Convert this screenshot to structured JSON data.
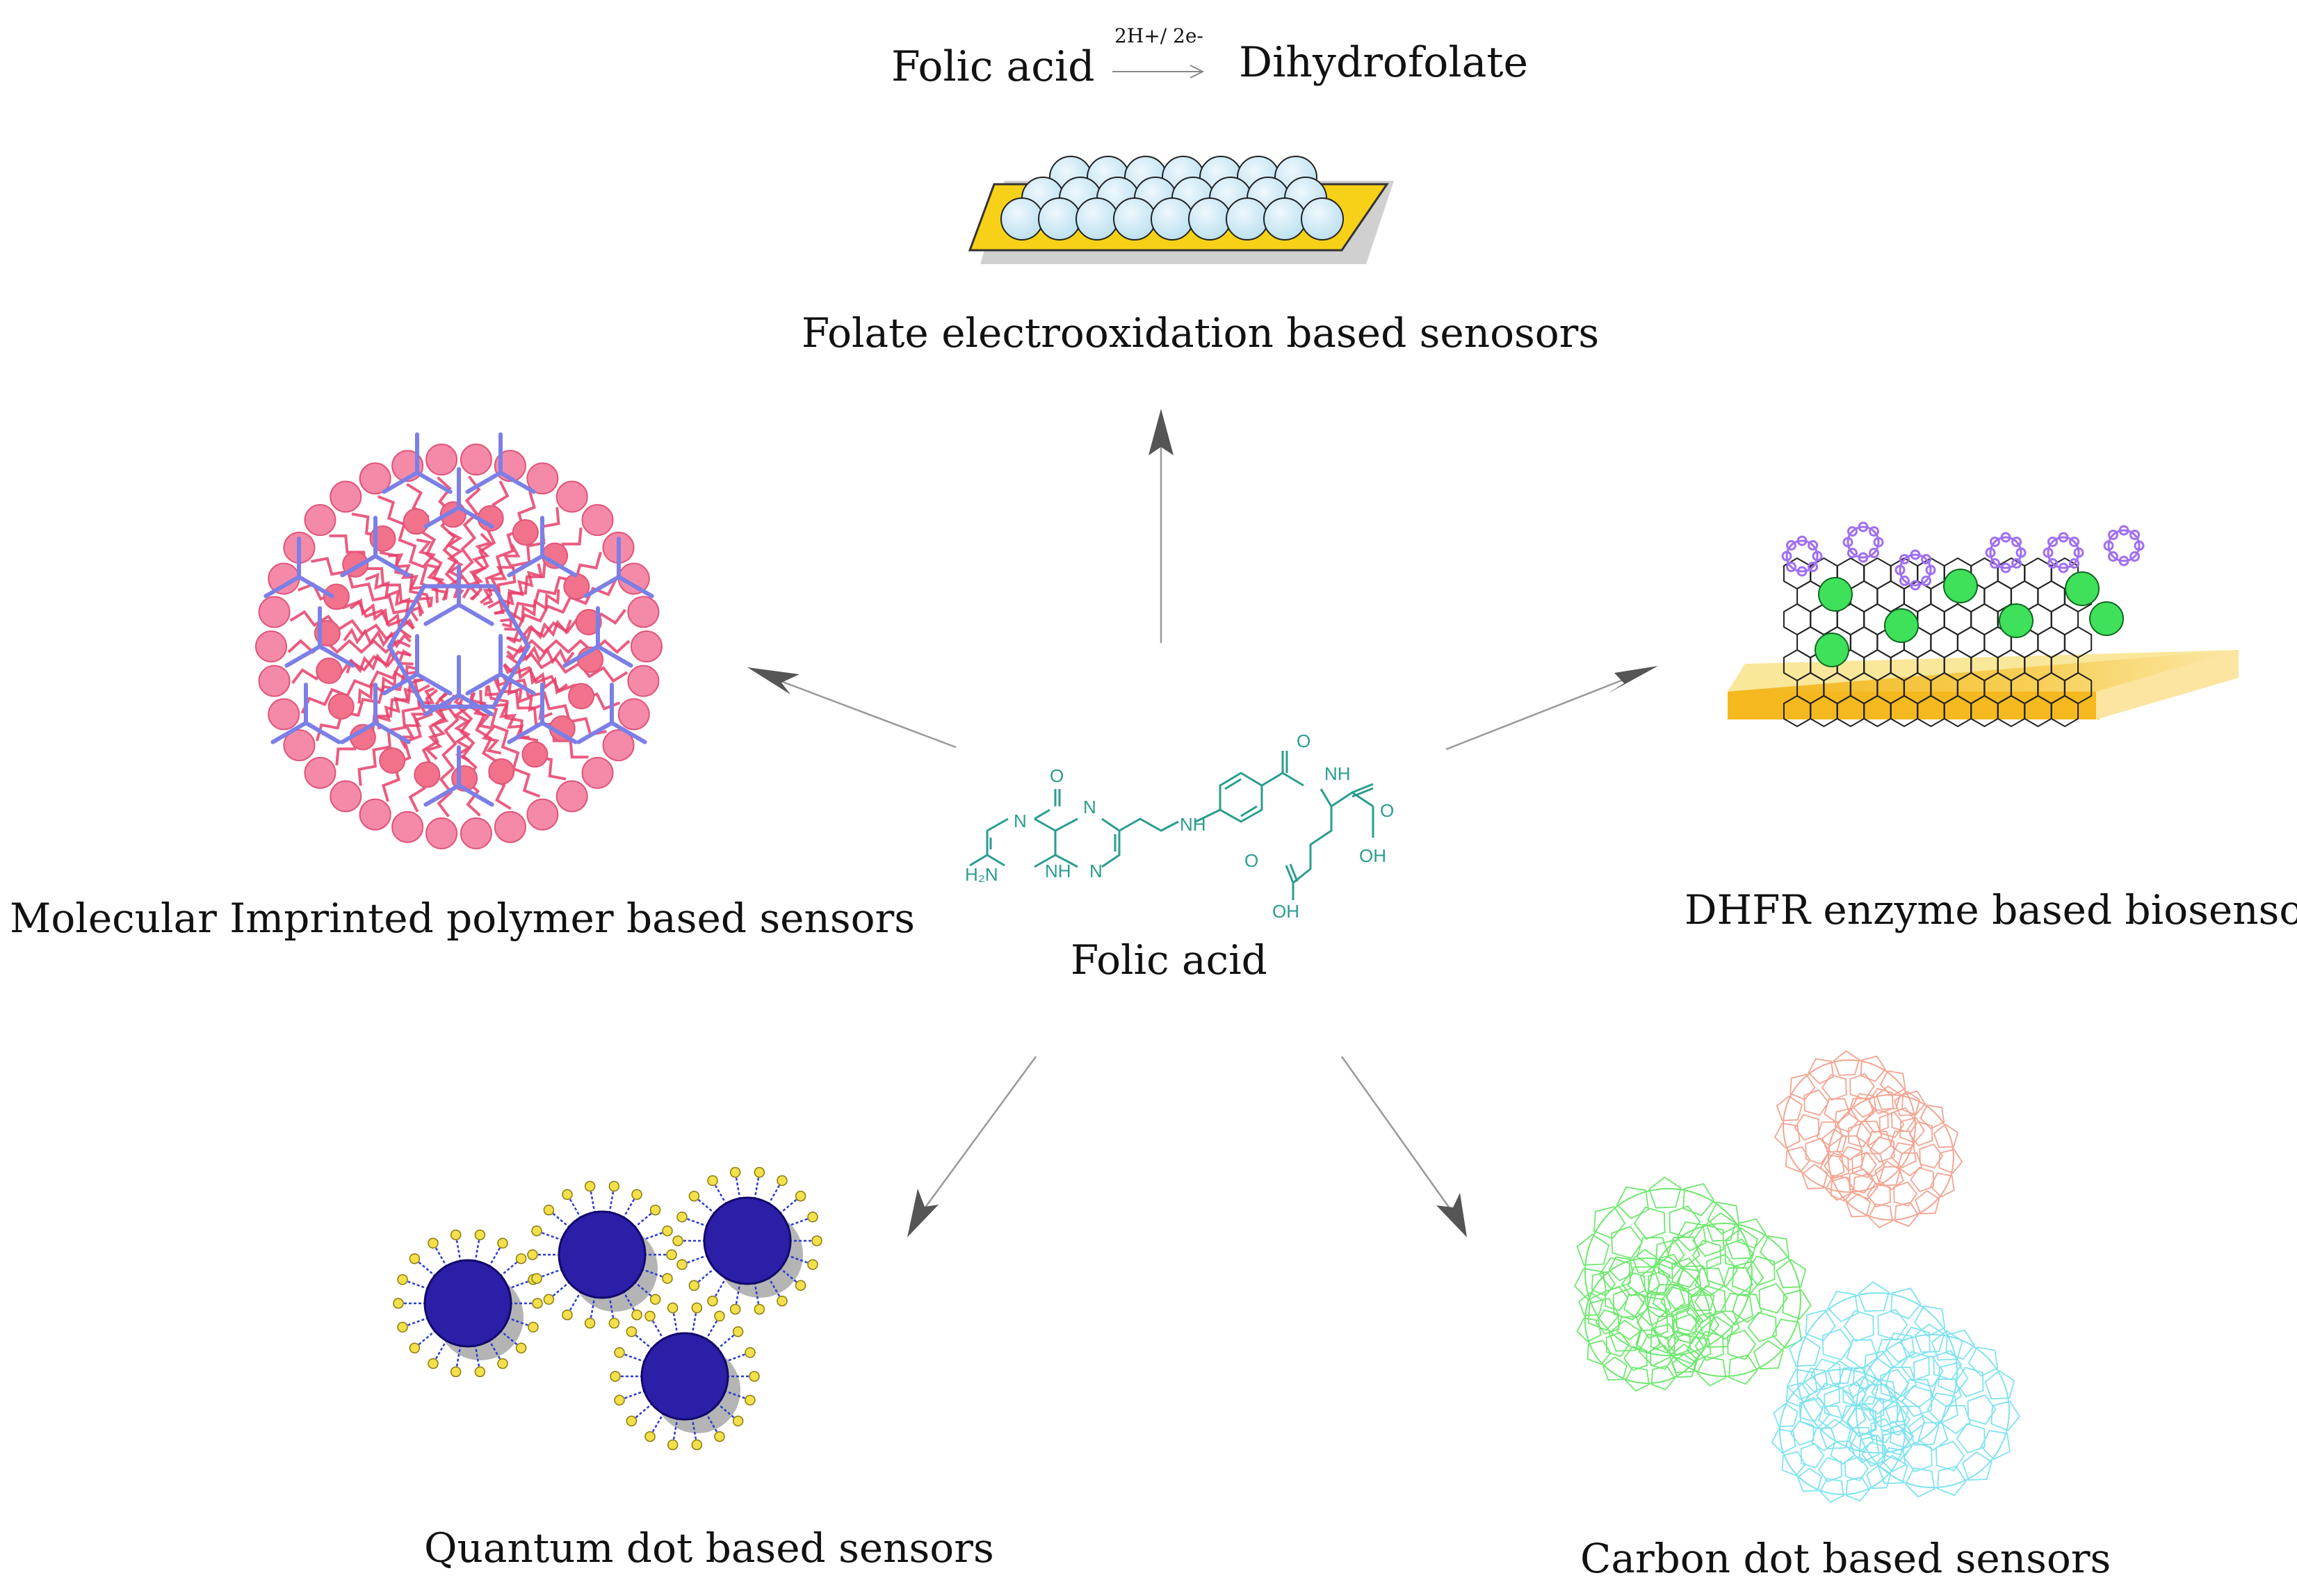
{
  "reaction": {
    "reactant": "Folic acid",
    "conditions": "2H+/ 2e-",
    "product": "Dihydrofolate"
  },
  "center": {
    "label": "Folic acid",
    "structure_atoms": {
      "o1": "O",
      "n1": "N",
      "n2": "N",
      "nh1": "NH",
      "h2n": "H₂N",
      "n3": "N",
      "nh_link": "NH",
      "o_amide": "O",
      "nh_amide": "NH",
      "o_acid1": "O",
      "oh_acid1": "OH",
      "o_acid2": "O",
      "oh_acid2": "OH"
    },
    "structure_color": "#2a9d8f"
  },
  "methods": [
    {
      "id": "electrooxidation",
      "label": "Folate electrooxidation based senosors"
    },
    {
      "id": "mip",
      "label": "Molecular Imprinted polymer based sensors"
    },
    {
      "id": "dhfr",
      "label": "DHFR enzyme based biosensor"
    },
    {
      "id": "quantum-dot",
      "label": "Quantum dot based sensors"
    },
    {
      "id": "carbon-dot",
      "label": "Carbon dot based sensors"
    }
  ],
  "colors": {
    "arrow": "#555555",
    "gold": "#f4c430",
    "sphere": "#cdebf7",
    "mip_pink": "#f06080",
    "mip_blue": "#7b7fe6",
    "qd_core": "#2b1fa8",
    "qd_ligand": "#f3e04a",
    "enzyme_green": "#3fe05a",
    "enzyme_purple": "#a070f0",
    "cd_green": "#6ee86e",
    "cd_salmon": "#f3a491",
    "cd_cyan": "#7fe3f0"
  }
}
